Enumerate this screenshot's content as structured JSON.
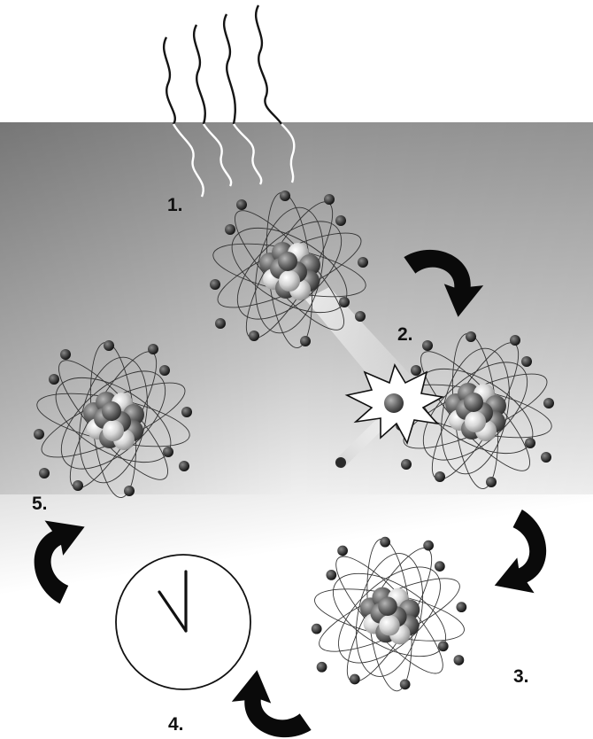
{
  "steps": [
    {
      "label": "1."
    },
    {
      "label": "2."
    },
    {
      "label": "3."
    },
    {
      "label": "4."
    },
    {
      "label": "5."
    }
  ],
  "icons": {
    "waves": "heat-waves-icon",
    "atom": "atom-icon",
    "arrow": "curved-arrow-icon",
    "clock": "clock-icon",
    "collision": "collision-burst-icon"
  },
  "colors": {
    "background_dark": "#8a8a8a",
    "background_light": "#ffffff",
    "ink": "#111111"
  }
}
